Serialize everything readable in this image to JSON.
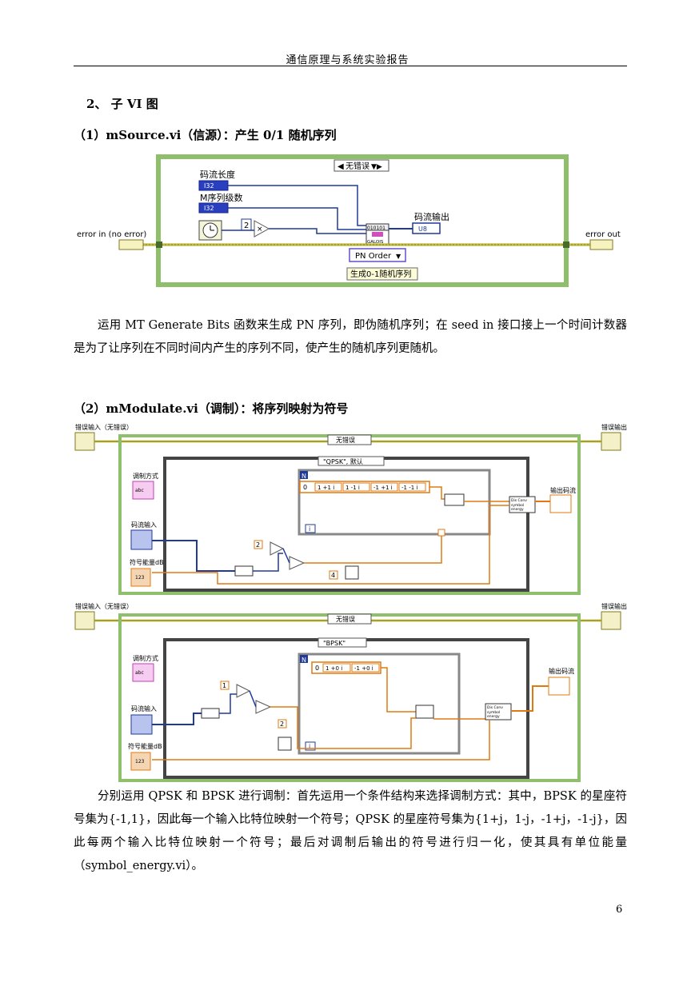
{
  "header": {
    "title": "通信原理与系统实验报告"
  },
  "section": {
    "title": "2、 子 VI 图"
  },
  "sub1": {
    "title": "（1）mSource.vi（信源）：产生 0/1 随机序列",
    "diagram": {
      "case_selector": "无错误",
      "label_length": "码流长度",
      "label_order": "M序列级数",
      "type_i32": "I32",
      "type_u8": "U8",
      "const_two": "2",
      "bits_node": "010101",
      "galois": "GALOIS",
      "output_label": "码流输出",
      "error_in": "error in (no error)",
      "error_out": "error out",
      "pn_order": "PN Order",
      "comment": "生成0-1随机序列"
    },
    "paragraph": "运用 MT Generate Bits 函数来生成 PN 序列，即伪随机序列；在 seed in 接口接上一个时间计数器是为了让序列在不同时间内产生的序列不同，使产生的随机序列更随机。"
  },
  "sub2": {
    "title": "（2）mModulate.vi（调制）：将序列映射为符号",
    "diagram_a": {
      "error_in": "错误输入（无错误）",
      "error_out": "错误输出",
      "case_outer": "无错误",
      "case_inner": "\"QPSK\", 默认",
      "label_mod": "调制方式",
      "label_bits": "码流输入",
      "label_energy": "符号能量dB",
      "label_out": "输出码流",
      "n_label": "N",
      "i_label": "i",
      "array_index": "0",
      "array_values": [
        "1 +1 i",
        "1 -1 i",
        "-1 +1 i",
        "-1 -1 i"
      ],
      "const_two": "2",
      "const_four": "4",
      "abc": "abc",
      "num123": "123",
      "energy_vi_1": "Dis Conv",
      "energy_vi_2": "symbol",
      "energy_vi_3": "energy"
    },
    "diagram_b": {
      "error_in": "错误输入（无错误）",
      "error_out": "错误输出",
      "case_outer": "无错误",
      "case_inner": "\"BPSK\"",
      "label_mod": "调制方式",
      "label_bits": "码流输入",
      "label_energy": "符号能量dB",
      "label_out": "输出码流",
      "n_label": "N",
      "i_label": "i",
      "array_index": "0",
      "array_values": [
        "1 +0 i",
        "-1 +0 i"
      ],
      "const_one": "1",
      "const_two": "2",
      "abc": "abc",
      "num123": "123",
      "energy_vi_1": "Dis Conv",
      "energy_vi_2": "symbol",
      "energy_vi_3": "energy"
    },
    "paragraph": "分别运用 QPSK 和 BPSK 进行调制：首先运用一个条件结构来选择调制方式：其中，BPSK 的星座符号集为{-1,1}，因此每一个输入比特位映射一个符号；QPSK 的星座符号集为{1+j，1-j，-1+j，-1-j}，因此每两个输入比特位映射一个符号；最后对调制后输出的符号进行归一化，使其具有单位能量（symbol_energy.vi）。"
  },
  "page_number": "6"
}
